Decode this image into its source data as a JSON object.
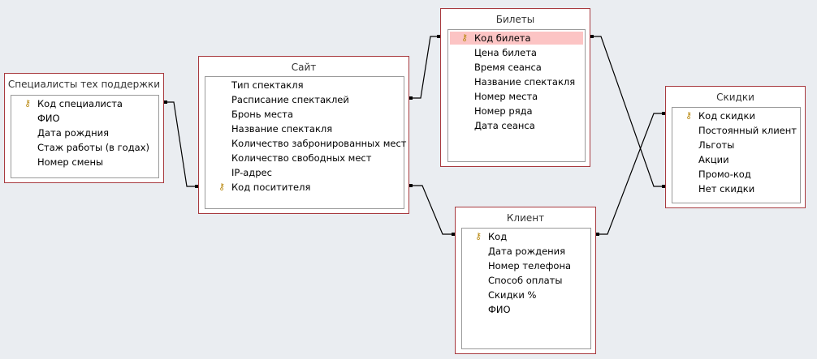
{
  "tables": [
    {
      "title": "Специалисты тех поддержки",
      "fields": [
        "Код специалиста",
        "ФИО",
        "Дата рождния",
        "Стаж работы (в годах)",
        "Номер смены"
      ],
      "key_index": 0
    },
    {
      "title": "Сайт",
      "fields": [
        "Тип спектакля",
        "Расписание спектаклей",
        "Бронь места",
        "Название спектакля",
        "Количество забронированных мест",
        "Количество свободных мест",
        "IP-адрес",
        "Код поситителя"
      ],
      "key_index": 7
    },
    {
      "title": "Билеты",
      "fields": [
        "Код билета",
        "Цена билета",
        "Время сеанса",
        "Название спектакля",
        "Номер места",
        "Номер ряда",
        "Дата сеанса"
      ],
      "key_index": 0,
      "selected_index": 0
    },
    {
      "title": "Скидки",
      "fields": [
        "Код скидки",
        "Постоянный клиент",
        "Льготы",
        "Акции",
        "Промо-код",
        "Нет скидки"
      ],
      "key_index": 0
    },
    {
      "title": "Клиент",
      "fields": [
        "Код",
        "Дата рождения",
        "Номер телефона",
        "Способ оплаты",
        "Скидки %",
        "ФИО"
      ],
      "key_index": 0
    }
  ],
  "colors": {
    "border": "#a83a3f",
    "selected": "#fcc4c4",
    "background": "#eaedf1"
  }
}
